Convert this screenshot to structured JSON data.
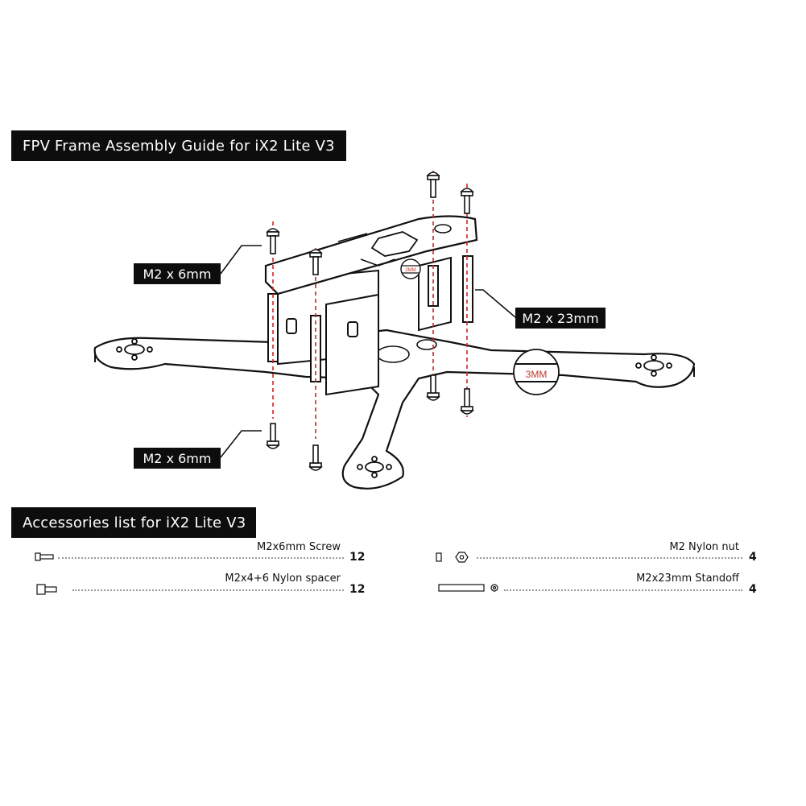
{
  "title": "FPV Frame Assembly Guide for iX2 Lite V3",
  "callouts": {
    "screw_top": "M2 x 6mm",
    "standoff": "M2 x 23mm",
    "screw_bottom": "M2 x 6mm",
    "plate_thickness_mark": "3MM",
    "plate_thickness_small": "2MM"
  },
  "accessories": {
    "heading": "Accessories list for iX2 Lite V3",
    "items": [
      {
        "name": "M2x6mm Screw",
        "qty": "12",
        "icon": "screw-icon"
      },
      {
        "name": "M2x4+6 Nylon spacer",
        "qty": "12",
        "icon": "nylon-spacer-icon"
      },
      {
        "name": "M2 Nylon nut",
        "qty": "4",
        "icon": "nylon-nut-icon"
      },
      {
        "name": "M2x23mm Standoff",
        "qty": "4",
        "icon": "standoff-icon"
      }
    ]
  },
  "colors": {
    "banner": "#0d0d0d",
    "guide_line": "#d22222",
    "accent_text": "#c0392b"
  }
}
